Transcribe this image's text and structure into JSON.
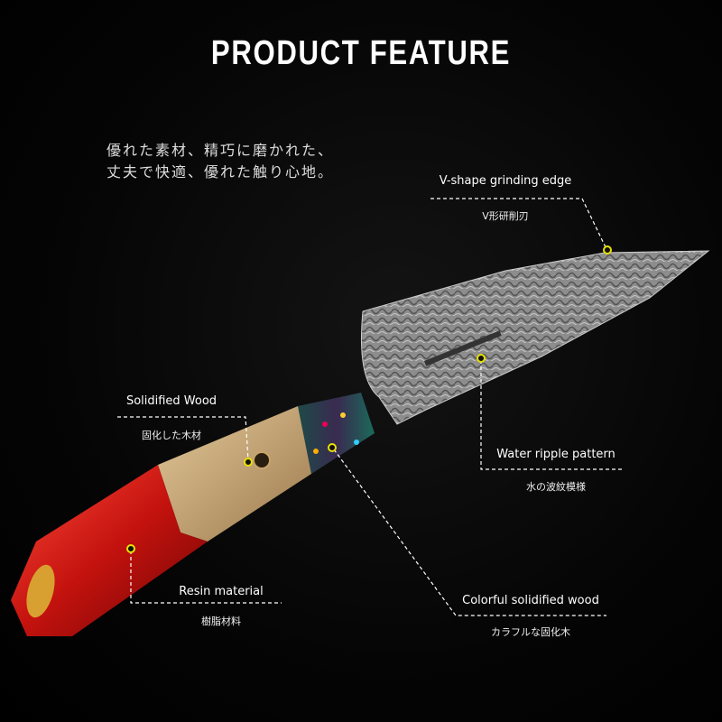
{
  "title": "PRODUCT FEATURE",
  "intro": [
    "優れた素材、精巧に磨かれた、",
    "丈夫で快適、優れた触り心地。"
  ],
  "callouts": [
    {
      "en": "V-shape grinding edge",
      "jp": "V形研削刃"
    },
    {
      "en": "Solidified Wood",
      "jp": "固化した木材"
    },
    {
      "en": "Water ripple pattern",
      "jp": "水の波紋模様"
    },
    {
      "en": "Resin material",
      "jp": "樹脂材料"
    },
    {
      "en": "Colorful solidified wood",
      "jp": "カラフルな固化木"
    }
  ],
  "colors": {
    "dot": "#e8e000",
    "resin": "#c4120e",
    "wood": "#c9a878",
    "blade": "#9a9a9a"
  }
}
